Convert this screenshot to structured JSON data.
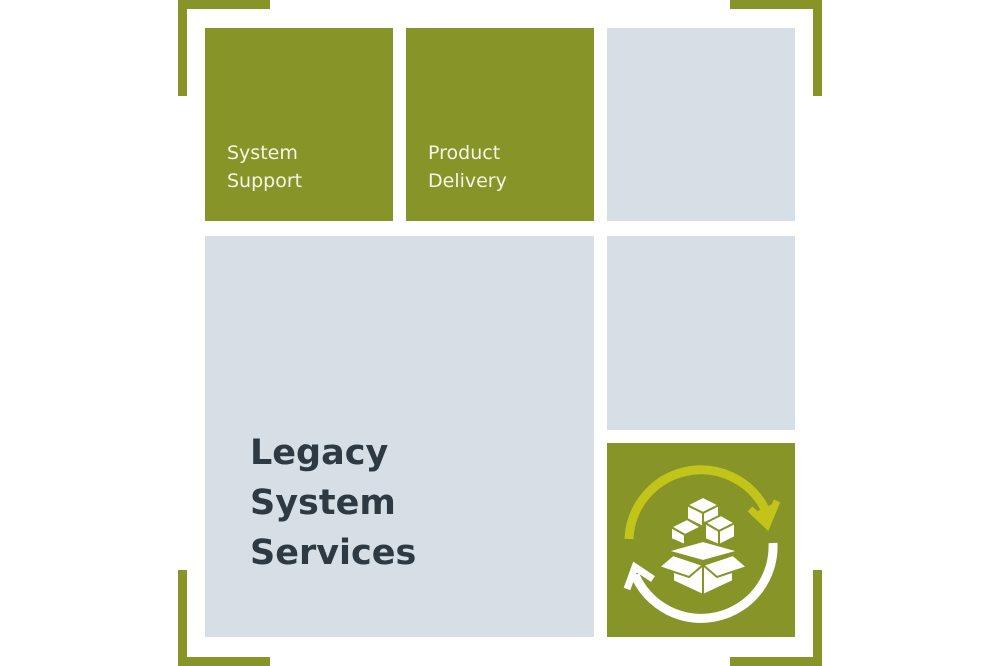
{
  "tiles": {
    "system_support": {
      "line1": "System",
      "line2": "Support"
    },
    "product_delivery": {
      "line1": "Product",
      "line2": "Delivery"
    },
    "legacy": {
      "line1": "Legacy",
      "line2": "System",
      "line3": "Services"
    }
  },
  "icons": {
    "recycle_boxes": "boxes-cycle-icon"
  },
  "colors": {
    "green": "#879427",
    "gray": "#d6dfe5",
    "arrow_yellow": "#c2c41a",
    "text_dark": "#2d3a44"
  }
}
